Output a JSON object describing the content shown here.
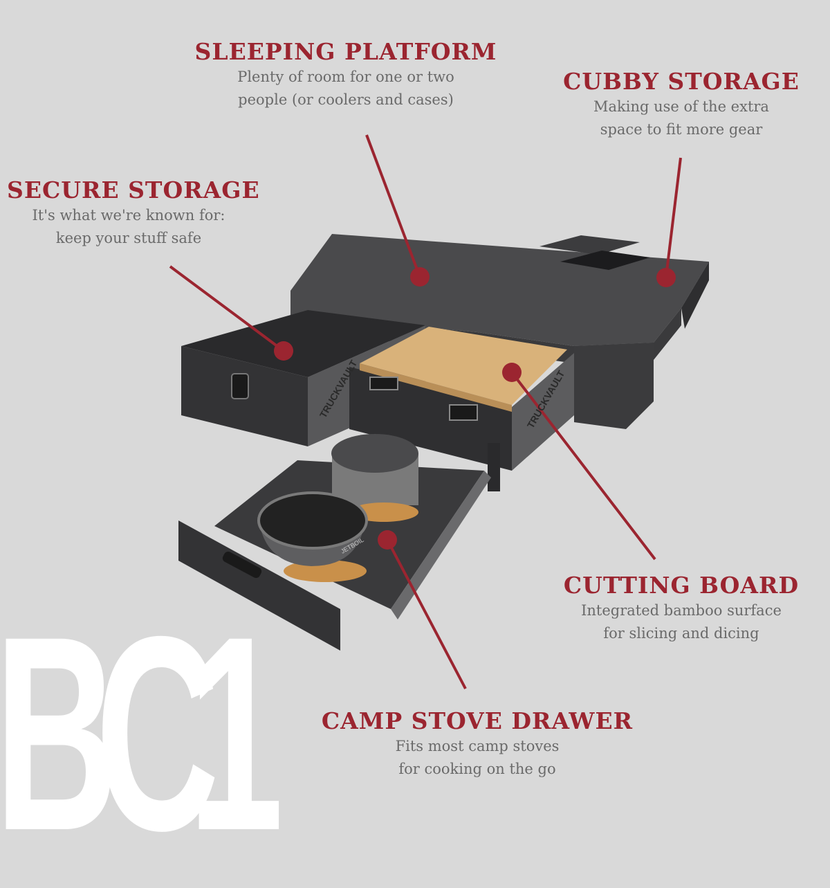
{
  "product_code": "BC1",
  "brand_mark": "TRUCKVAULT",
  "stove_brand": "JETBOIL",
  "colors": {
    "background": "#d9d9d9",
    "accent": "#9b2530",
    "text_muted": "#6a6a6a",
    "bamboo": "#d9b27a"
  },
  "callouts": {
    "sleeping_platform": {
      "title": "SLEEPING PLATFORM",
      "line1": "Plenty of room for one or two",
      "line2": "people (or coolers and cases)"
    },
    "cubby_storage": {
      "title": "CUBBY STORAGE",
      "line1": "Making use of the extra",
      "line2": "space to fit more gear"
    },
    "secure_storage": {
      "title": "SECURE STORAGE",
      "line1": "It's what we're known for:",
      "line2": "keep your stuff safe"
    },
    "cutting_board": {
      "title": "CUTTING BOARD",
      "line1": "Integrated bamboo surface",
      "line2": "for slicing and dicing"
    },
    "camp_stove_drawer": {
      "title": "CAMP STOVE DRAWER",
      "line1": "Fits most camp stoves",
      "line2": "for cooking on the go"
    }
  }
}
